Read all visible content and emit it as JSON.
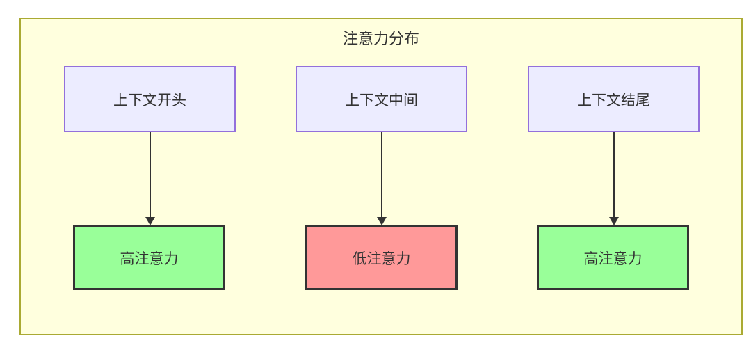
{
  "diagram": {
    "title": "注意力分布",
    "type": "flowchart",
    "colors": {
      "canvas_fill": "#FFFFDE",
      "canvas_border": "#AAAA33",
      "source_node_fill": "#ECECFF",
      "source_node_border": "#9370DB",
      "high_attention_fill": "#99FF99",
      "low_attention_fill": "#FF9999",
      "result_node_border": "#333333",
      "arrow_color": "#333333",
      "text_color": "#333333"
    },
    "columns": [
      {
        "source": "上下文开头",
        "target": "高注意力",
        "level": "high"
      },
      {
        "source": "上下文中间",
        "target": "低注意力",
        "level": "low"
      },
      {
        "source": "上下文结尾",
        "target": "高注意力",
        "level": "high"
      }
    ]
  }
}
